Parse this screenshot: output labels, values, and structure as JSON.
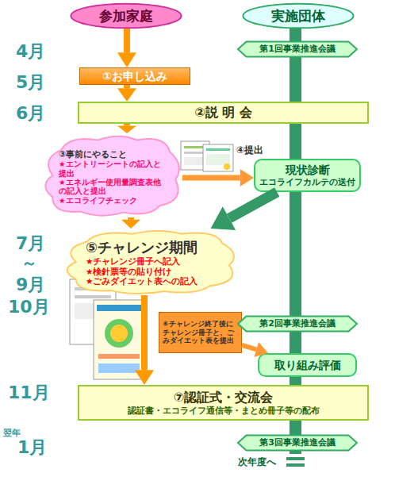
{
  "diagram": {
    "nodes": [
      {
        "text": [
          "参加家庭"
        ]
      },
      {
        "text": [
          "実施団体"
        ]
      },
      {
        "text": [
          "第1回事業推進会議"
        ]
      },
      {
        "text": [
          "①お申し込み"
        ]
      },
      {
        "text": [
          "②説 明 会"
        ]
      },
      {
        "text": [
          "③事前にやること",
          "★エントリーシートの記入と提出",
          "★エネルギー使用量調査表他の記入と提出",
          "★エコライフチェック"
        ]
      },
      {
        "text": [
          "現状診断",
          "エコライフカルテの送付"
        ]
      },
      {
        "text": [
          "⑤チャレンジ期間",
          "★チャレンジ冊子へ記入",
          "★検針票等の貼り付け",
          "★ごみダイエット表への記入"
        ]
      },
      {
        "text": [
          "⑥チャレンジ終了後にチャレンジ冊子と、ごみダイエット表を提出"
        ]
      },
      {
        "text": [
          "第2回事業推進会議"
        ]
      },
      {
        "text": [
          "取り組み評価"
        ]
      },
      {
        "text": [
          "⑦認証式・交流会",
          "認証書・エコライフ通信等・まとめ冊子等の配布"
        ]
      },
      {
        "text": [
          "第3回事業推進会議"
        ]
      }
    ],
    "edges": [
      {
        "from": 0,
        "to": 3,
        "arrow": "to"
      },
      {
        "from": 3,
        "to": 4,
        "arrow": "to"
      },
      {
        "from": 4,
        "to": 5,
        "arrow": "to"
      },
      {
        "from": 5,
        "to": 6,
        "label": "④提出",
        "arrow": "to"
      },
      {
        "from": 6,
        "to": 7,
        "arrow": "to"
      },
      {
        "from": 5,
        "to": 7,
        "arrow": "to"
      },
      {
        "from": 7,
        "to": 11,
        "arrow": "to"
      },
      {
        "from": 8,
        "to": 10,
        "arrow": "to"
      }
    ],
    "labels": [
      "4月",
      "5月",
      "6月",
      "7月",
      "～",
      "9月",
      "10月",
      "11月",
      "翌年",
      "1月",
      "次年度へ"
    ]
  }
}
